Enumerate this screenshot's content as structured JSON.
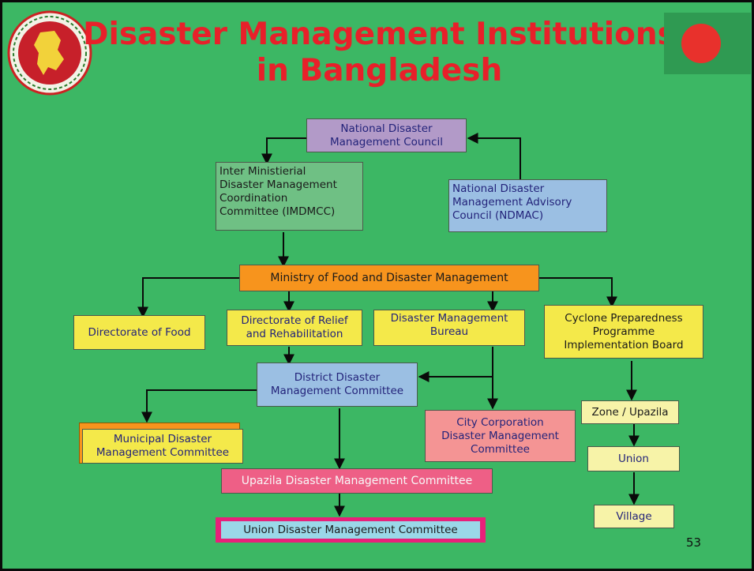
{
  "slide": {
    "title_line1": "Disaster Management Institutions",
    "title_line2": "in Bangladesh",
    "page_number": "53",
    "colors": {
      "background": "#3cb764",
      "title": "#e8202a",
      "flag_green": "#2f9a52",
      "flag_red": "#e8312c"
    }
  },
  "boxes": {
    "ndmc": "National Disaster\nManagement Council",
    "imdmcc": "Inter Ministierial\nDisaster Management\nCoordination\nCommittee (IMDMCC)",
    "ndmac": "National Disaster\nManagement Advisory\nCouncil (NDMAC)",
    "ministry": "Ministry of Food and Disaster Management",
    "dir_food": "Directorate of Food",
    "dir_relief": "Directorate of Relief\nand Rehabilitation",
    "dmb": "Disaster Management\nBureau",
    "cpp": "Cyclone Preparedness\nProgramme\nImplementation Board",
    "district": "District Disaster\nManagement Committee",
    "municipal": "Municipal Disaster\nManagement Committee",
    "city": "City Corporation\nDisaster Management\nCommittee",
    "zone": "Zone / Upazila",
    "upazila": "Upazila Disaster Management Committee",
    "union_cpp": "Union",
    "village": "Village",
    "union_dmc": "Union Disaster Management Committee"
  }
}
